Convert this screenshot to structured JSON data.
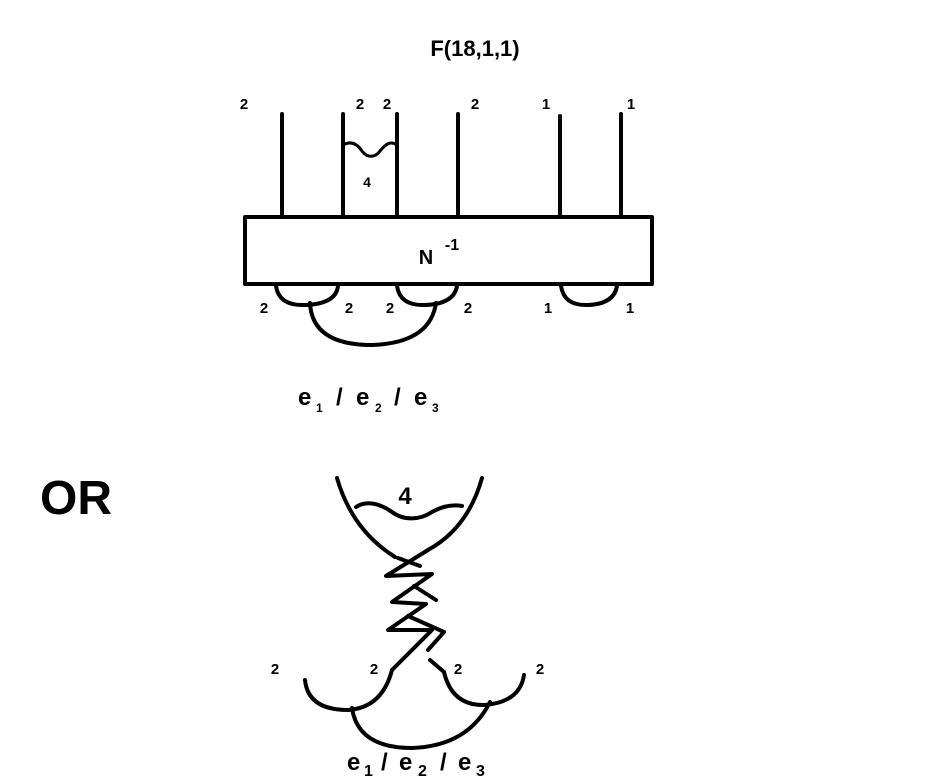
{
  "title": "F(18,1,1)",
  "box_label": {
    "base": "N",
    "exponent": "-1"
  },
  "top_strand_labels": [
    "2",
    "2",
    "2",
    "2",
    "1",
    "1"
  ],
  "top_inner_label": "4",
  "bottom_strand_labels": [
    "2",
    "2",
    "2",
    "2",
    "1",
    "1"
  ],
  "caption_top": {
    "e1": "e",
    "s1": "1",
    "sep1": "/",
    "e2": "e",
    "s2": "2",
    "sep2": "/",
    "e3": "e",
    "s3": "3"
  },
  "or_label": "OR",
  "braid_inner_label": "4",
  "braid_bottom_labels": [
    "2",
    "2",
    "2",
    "2"
  ],
  "caption_bottom": {
    "e1": "e",
    "s1": "1",
    "sep1": "/",
    "e2": "e",
    "s2": "2",
    "sep2": "/",
    "e3": "e",
    "s3": "3"
  },
  "colors": {
    "ink": "#000000",
    "background": "#ffffff"
  }
}
